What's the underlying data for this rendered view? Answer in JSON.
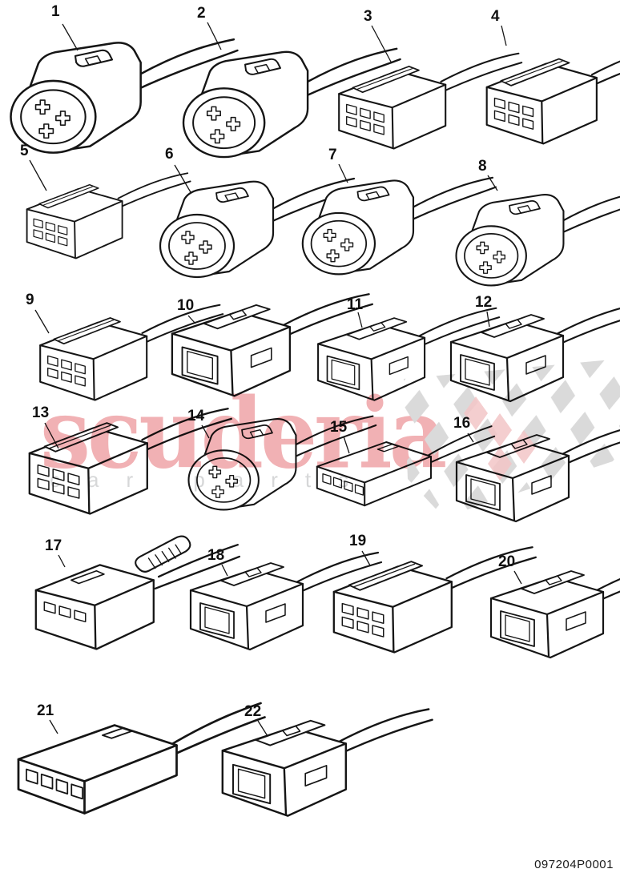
{
  "page": {
    "background": "#ffffff"
  },
  "footer": {
    "part_number": "097204P0001"
  },
  "watermark": {
    "brand": "scuderia",
    "tagline": "car parts",
    "brand_color": "#f1b1b4",
    "tagline_color": "#d6d7d8",
    "flag_color": "#dadada",
    "flag_accent": "#f3c6c7"
  },
  "line_color": "#151515",
  "items": [
    {
      "number": "1"
    },
    {
      "number": "2"
    },
    {
      "number": "3"
    },
    {
      "number": "4"
    },
    {
      "number": "5"
    },
    {
      "number": "6"
    },
    {
      "number": "7"
    },
    {
      "number": "8"
    },
    {
      "number": "9"
    },
    {
      "number": "10"
    },
    {
      "number": "11"
    },
    {
      "number": "12"
    },
    {
      "number": "13"
    },
    {
      "number": "14"
    },
    {
      "number": "15"
    },
    {
      "number": "16"
    },
    {
      "number": "17"
    },
    {
      "number": "18"
    },
    {
      "number": "19"
    },
    {
      "number": "20"
    },
    {
      "number": "21"
    },
    {
      "number": "22"
    }
  ]
}
